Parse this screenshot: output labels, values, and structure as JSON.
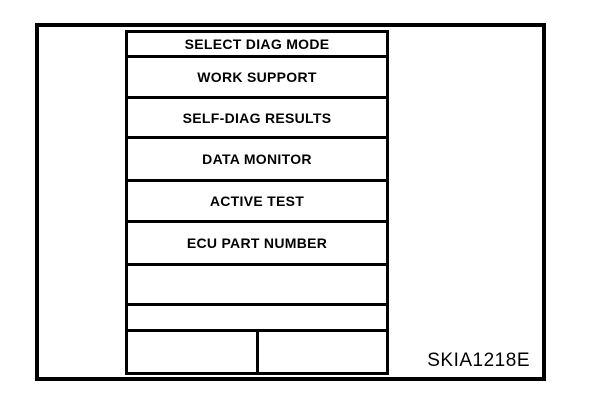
{
  "screen": {
    "title": "SELECT DIAG MODE",
    "menu_items": [
      {
        "label": "WORK SUPPORT"
      },
      {
        "label": "SELF-DIAG RESULTS"
      },
      {
        "label": "DATA MONITOR"
      },
      {
        "label": "ACTIVE TEST"
      },
      {
        "label": "ECU PART NUMBER"
      }
    ]
  },
  "figure": {
    "code": "SKIA1218E"
  },
  "colors": {
    "line": "#000000",
    "background": "#ffffff",
    "text": "#000000"
  }
}
